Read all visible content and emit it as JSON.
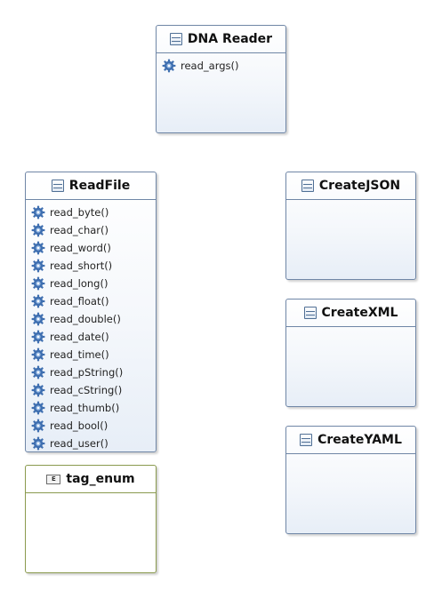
{
  "diagram": {
    "dna_reader": {
      "title": "DNA Reader",
      "operations": [
        "read_args()"
      ]
    },
    "read_file": {
      "title": "ReadFile",
      "operations": [
        "read_byte()",
        "read_char()",
        "read_word()",
        "read_short()",
        "read_long()",
        "read_float()",
        "read_double()",
        "read_date()",
        "read_time()",
        "read_pString()",
        "read_cString()",
        "read_thumb()",
        "read_bool()",
        "read_user()"
      ]
    },
    "tag_enum": {
      "title": "tag_enum",
      "icon_text": "E"
    },
    "create_json": {
      "title": "CreateJSON"
    },
    "create_xml": {
      "title": "CreateXML"
    },
    "create_yaml": {
      "title": "CreateYAML"
    }
  },
  "icons": {
    "class": "class-icon",
    "operation": "gear-icon",
    "enumeration": "enum-icon"
  },
  "colors": {
    "class_border": "#6f86a6",
    "enum_border": "#8a9a4e",
    "operation_icon": "#3f6fb0"
  }
}
